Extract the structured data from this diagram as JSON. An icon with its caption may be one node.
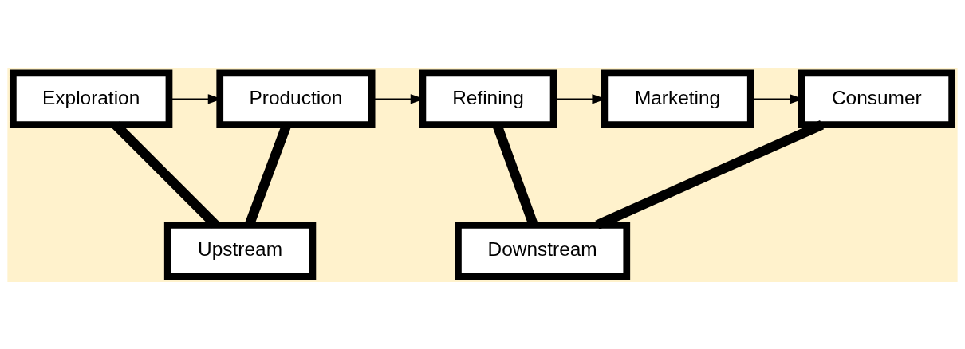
{
  "diagram": {
    "nodes": [
      {
        "text": [
          "Exploration"
        ]
      },
      {
        "text": [
          "Production"
        ]
      },
      {
        "text": [
          "Refining"
        ]
      },
      {
        "text": [
          "Marketing"
        ]
      },
      {
        "text": [
          "Consumer"
        ]
      },
      {
        "text": [
          "Upstream"
        ]
      },
      {
        "text": [
          "Downstream"
        ]
      }
    ],
    "edges": [
      {
        "from": 0,
        "to": 1,
        "arrow": "to"
      },
      {
        "from": 1,
        "to": 2,
        "arrow": "to"
      },
      {
        "from": 2,
        "to": 3,
        "arrow": "to"
      },
      {
        "from": 3,
        "to": 4,
        "arrow": "to"
      },
      {
        "from": 0,
        "to": 5,
        "arrow": "none",
        "style": "thick"
      },
      {
        "from": 1,
        "to": 5,
        "arrow": "none",
        "style": "thick"
      },
      {
        "from": 2,
        "to": 6,
        "arrow": "none",
        "style": "thick"
      },
      {
        "from": 4,
        "to": 6,
        "arrow": "none",
        "style": "thick"
      }
    ]
  }
}
